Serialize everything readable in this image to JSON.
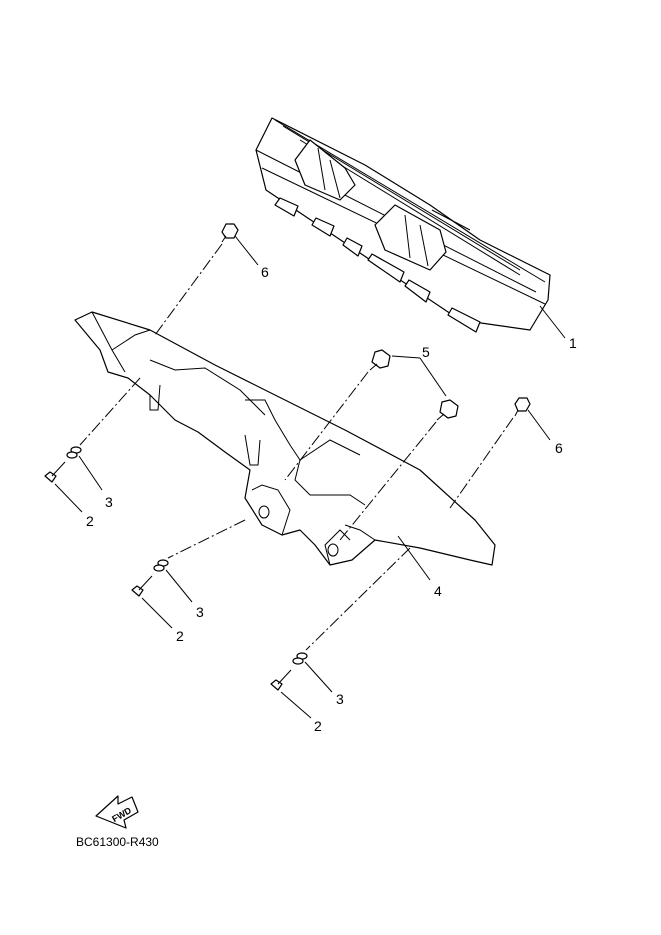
{
  "callouts": {
    "c1": "1",
    "c2a": "2",
    "c2b": "2",
    "c2c": "2",
    "c3a": "3",
    "c3b": "3",
    "c3c": "3",
    "c4": "4",
    "c5": "5",
    "c6a": "6",
    "c6b": "6"
  },
  "fwd_label": "FWD",
  "drawing_code": "BC61300-R430"
}
